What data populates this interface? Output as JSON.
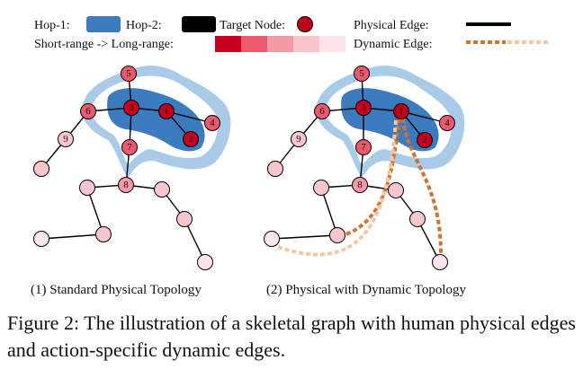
{
  "legend": {
    "hop1_label": "Hop-1:",
    "hop2_label": "Hop-2:",
    "target_label": "Target Node:",
    "physical_edge_label": "Physical Edge:",
    "range_label": "Short-range -> Long-range:",
    "dynamic_edge_label": "Dynamic Edge:"
  },
  "colors": {
    "hop1": "#3d7bbf",
    "hop2": "#a9cbe8",
    "target": "#c0001a",
    "range": [
      "#c8001e",
      "#ea5a6c",
      "#f49aa7",
      "#f9c6cd",
      "#fde4e8"
    ],
    "edge": "#000000",
    "dynamic_strong": "#d2722e",
    "dynamic_light": "#f3c7a4"
  },
  "graph_a": {
    "caption": "(1) Standard Physical Topology"
  },
  "graph_b": {
    "caption": "(2) Physical with Dynamic Topology"
  },
  "node_labels": {
    "n1": "1",
    "n2": "2",
    "n3": "3",
    "n4": "4",
    "n5": "5",
    "n6": "6",
    "n7": "7",
    "n8": "8",
    "n9": "9"
  },
  "figure_caption": "Figure 2: The illustration of a skeletal graph with human physical edges and action-specific dynamic edges."
}
